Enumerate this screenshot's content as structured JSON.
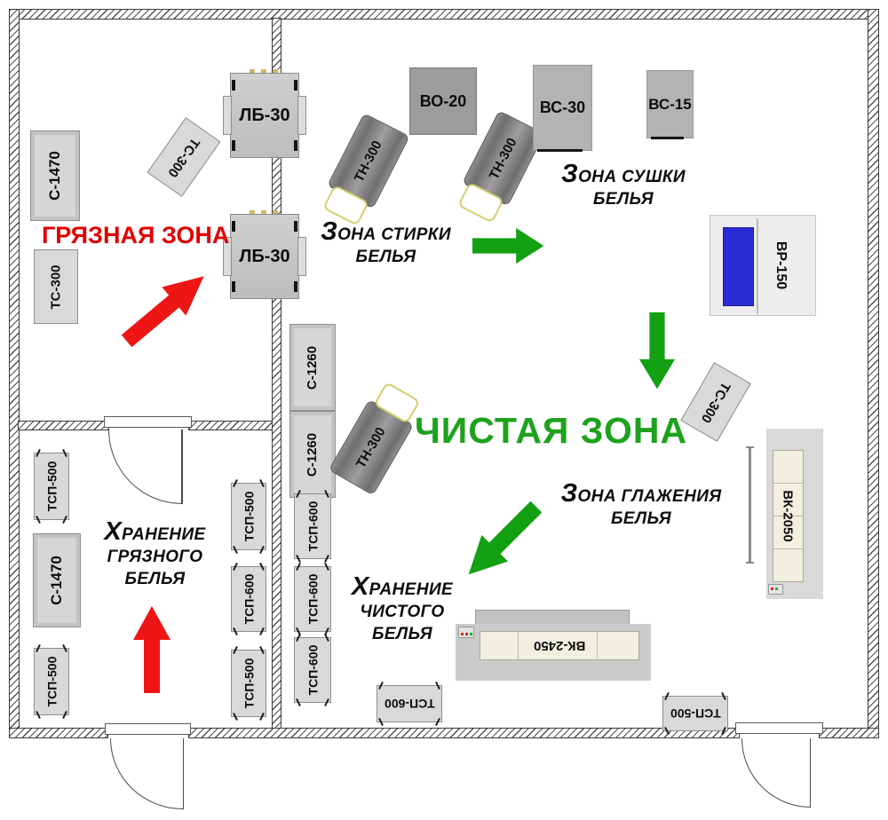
{
  "zones": {
    "dirty": {
      "title": "ГРЯЗНАЯ ЗОНА"
    },
    "clean": {
      "title": "ЧИСТАЯ ЗОНА"
    },
    "washing": {
      "line1": "ЗОНА СТИРКИ",
      "line2": "БЕЛЬЯ"
    },
    "drying": {
      "line1": "ЗОНА СУШКИ",
      "line2": "БЕЛЬЯ"
    },
    "ironing": {
      "line1": "ЗОНА ГЛАЖЕНИЯ",
      "line2": "БЕЛЬЯ"
    },
    "dirty_storage": {
      "line1": "ХРАНЕНИЕ",
      "line2": "ГРЯЗНОГО",
      "line3": "БЕЛЬЯ"
    },
    "clean_storage": {
      "line1": "ХРАНЕНИЕ",
      "line2": "ЧИСТОГО",
      "line3": "БЕЛЬЯ"
    }
  },
  "machines": {
    "s1470": "С-1470",
    "s1260": "С-1260",
    "ts300": "ТС-300",
    "lb30": "ЛБ-30",
    "vo20": "ВО-20",
    "tn300": "ТН-300",
    "vs30": "ВС-30",
    "vs15": "ВС-15",
    "vr150": "ВР-150",
    "vk2050": "ВК-2050",
    "vk2450": "ВК-2450",
    "tsp500": "ТСП-500",
    "tsp600": "ТСП-600"
  },
  "colors": {
    "dirty_zone_text": "#e00000",
    "clean_zone_text": "#1ea21e",
    "arrow_red": "#ee1515",
    "arrow_green": "#13a013",
    "machine_accent_blue": "#2b2bd6"
  }
}
